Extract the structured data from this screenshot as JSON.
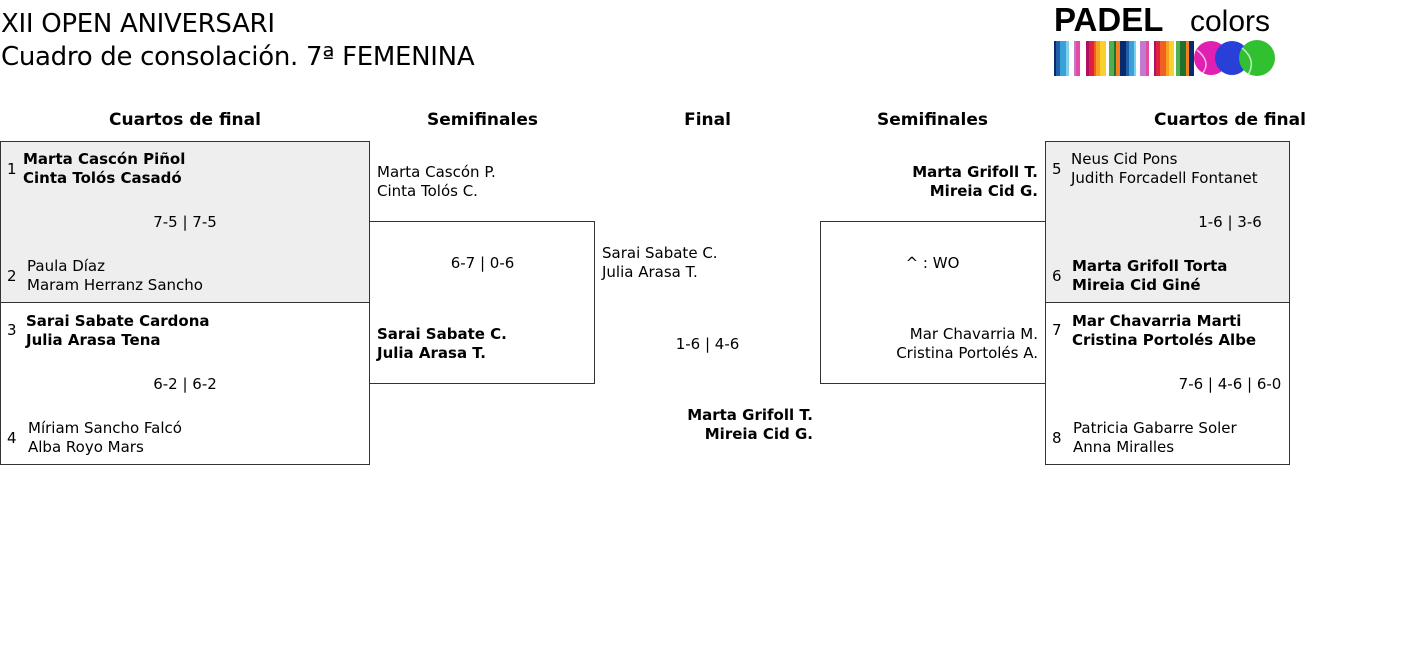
{
  "header": {
    "title_line1": "XII OPEN ANIVERSARI",
    "title_line2": "Cuadro de consolación. 7ª FEMENINA"
  },
  "logo": {
    "word1": "PADEL",
    "word2": "colors",
    "icon": "padel-colors-logo",
    "ball_colors": [
      "#e020b0",
      "#2840d8",
      "#30c030"
    ]
  },
  "rounds": {
    "left_qf": "Cuartos de final",
    "left_sf": "Semifinales",
    "final": "Final",
    "right_sf": "Semifinales",
    "right_qf": "Cuartos de final"
  },
  "left_qf": [
    {
      "top": {
        "seed": "1",
        "p1": "Marta Cascón Piñol",
        "p2": "Cinta Tolós Casadó"
      },
      "score": "7-5 | 7-5",
      "bottom": {
        "seed": "2",
        "p1": "Paula Díaz",
        "p2": "Maram Herranz Sancho"
      }
    },
    {
      "top": {
        "seed": "3",
        "p1": "Sarai Sabate Cardona",
        "p2": "Julia Arasa Tena"
      },
      "score": "6-2 | 6-2",
      "bottom": {
        "seed": "4",
        "p1": "Míriam Sancho Falcó",
        "p2": "Alba Royo Mars"
      }
    }
  ],
  "left_sf": {
    "top": {
      "p1": "Marta Cascón P.",
      "p2": "Cinta Tolós C."
    },
    "score": "6-7 | 0-6",
    "bottom": {
      "p1": "Sarai Sabate C.",
      "p2": "Julia Arasa T."
    }
  },
  "final": {
    "top": {
      "p1": "Sarai Sabate C.",
      "p2": "Julia Arasa T."
    },
    "score": "1-6 | 4-6",
    "bottom": {
      "p1": "Marta Grifoll T.",
      "p2": "Mireia Cid G."
    }
  },
  "right_sf": {
    "top": {
      "p1": "Marta Grifoll T.",
      "p2": "Mireia Cid G."
    },
    "score": "^ : WO",
    "bottom": {
      "p1": "Mar Chavarria M.",
      "p2": "Cristina Portolés A."
    }
  },
  "right_qf": [
    {
      "top": {
        "seed": "5",
        "p1": "Neus Cid Pons",
        "p2": "Judith Forcadell Fontanet"
      },
      "score": "1-6 | 3-6",
      "bottom": {
        "seed": "6",
        "p1": "Marta Grifoll Torta",
        "p2": "Mireia Cid Giné"
      }
    },
    {
      "top": {
        "seed": "7",
        "p1": "Mar Chavarria Marti",
        "p2": "Cristina Portolés Albe"
      },
      "score": "7-6 | 4-6 | 6-0",
      "bottom": {
        "seed": "8",
        "p1": "Patricia Gabarre Soler",
        "p2": "Anna Miralles"
      }
    }
  ]
}
